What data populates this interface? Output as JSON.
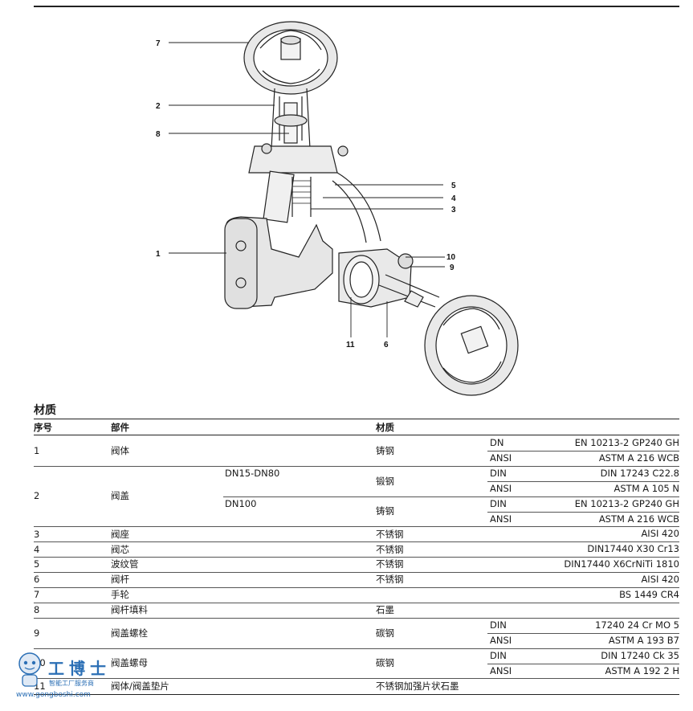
{
  "callouts": [
    {
      "label": "7"
    },
    {
      "label": "2"
    },
    {
      "label": "8"
    },
    {
      "label": "5"
    },
    {
      "label": "4"
    },
    {
      "label": "3"
    },
    {
      "label": "1"
    },
    {
      "label": "10"
    },
    {
      "label": "9"
    },
    {
      "label": "11"
    },
    {
      "label": "6"
    }
  ],
  "section_title": "材质",
  "headers": {
    "no": "序号",
    "part": "部件",
    "material": "材质"
  },
  "rows": [
    {
      "no": "1",
      "part": "阀体",
      "size": "",
      "material": "铸钢",
      "standards": [
        {
          "std": "DN",
          "value": "EN 10213-2 GP240 GH"
        },
        {
          "std": "ANSI",
          "value": "ASTM A 216 WCB"
        }
      ]
    },
    {
      "no": "2",
      "part": "阀盖",
      "size": "DN15-DN80",
      "material": "锻钢",
      "standards": [
        {
          "std": "DIN",
          "value": "DIN 17243 C22.8"
        },
        {
          "std": "ANSI",
          "value": "ASTM A 105 N"
        }
      ]
    },
    {
      "no": "",
      "part": "",
      "size": "DN100",
      "material": "铸钢",
      "standards": [
        {
          "std": "DIN",
          "value": "EN 10213-2 GP240 GH"
        },
        {
          "std": "ANSI",
          "value": "ASTM A 216 WCB"
        }
      ]
    },
    {
      "no": "3",
      "part": "阀座",
      "size": "",
      "material": "不锈钢",
      "standards": [
        {
          "std": "",
          "value": "AISI 420"
        }
      ]
    },
    {
      "no": "4",
      "part": "阀芯",
      "size": "",
      "material": "不锈钢",
      "standards": [
        {
          "std": "",
          "value": "DIN17440 X30 Cr13"
        }
      ]
    },
    {
      "no": "5",
      "part": "波纹管",
      "size": "",
      "material": "不锈钢",
      "standards": [
        {
          "std": "",
          "value": "DIN17440 X6CrNiTi 1810"
        }
      ]
    },
    {
      "no": "6",
      "part": "阀杆",
      "size": "",
      "material": "不锈钢",
      "standards": [
        {
          "std": "",
          "value": "AISI 420"
        }
      ]
    },
    {
      "no": "7",
      "part": "手轮",
      "size": "",
      "material": "",
      "standards": [
        {
          "std": "",
          "value": "BS 1449 CR4"
        }
      ]
    },
    {
      "no": "8",
      "part": "阀杆填料",
      "size": "",
      "material": "石墨",
      "standards": []
    },
    {
      "no": "9",
      "part": "阀盖螺栓",
      "size": "",
      "material": "碳钢",
      "standards": [
        {
          "std": "DIN",
          "value": "17240 24 Cr  MO 5"
        },
        {
          "std": "ANSI",
          "value": "ASTM A 193 B7"
        }
      ]
    },
    {
      "no": "10",
      "part": "阀盖螺母",
      "size": "",
      "material": "碳钢",
      "standards": [
        {
          "std": "DIN",
          "value": "DIN 17240 Ck 35"
        },
        {
          "std": "ANSI",
          "value": "ASTM A 192 2 H"
        }
      ]
    },
    {
      "no": "11",
      "part": "阀体/阀盖垫片",
      "size": "",
      "material": "不锈钢加强片状石墨",
      "standards": []
    }
  ],
  "watermark": {
    "name": "工博士",
    "tagline": "智能工厂服务商",
    "url": "www.gongboshi.com"
  }
}
